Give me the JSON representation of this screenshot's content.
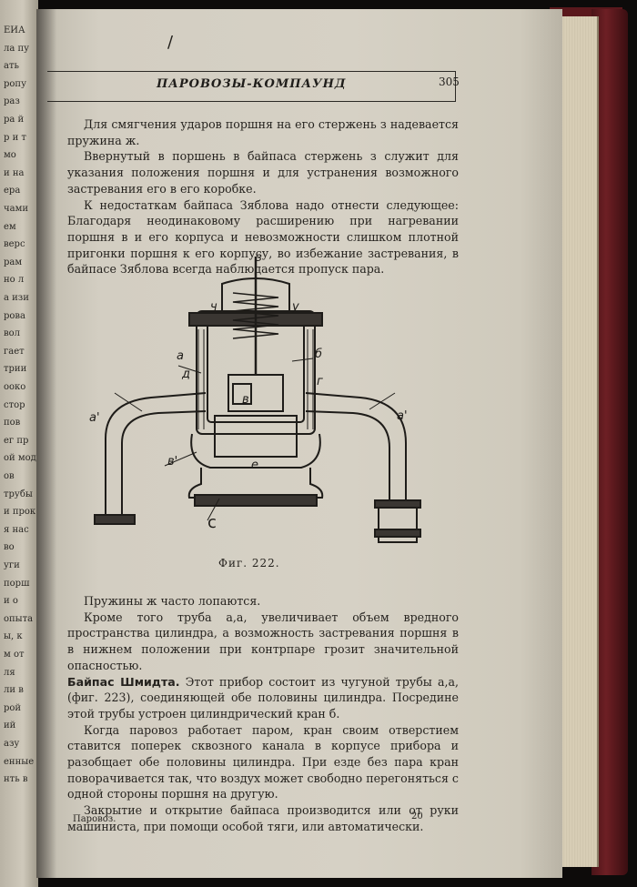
{
  "left_page": {
    "fragments": [
      "ЕИА",
      "ла пу",
      "ать",
      "ропу",
      "раз",
      "ра й",
      "р и т",
      "мо",
      "и на",
      "ера",
      "чами",
      "ем",
      "верс",
      "рам",
      "но л",
      "а изи",
      "рова",
      "вол",
      "гает",
      "трии",
      "ооко",
      "стор",
      "пов",
      "ег пр",
      "ой мод",
      "ов",
      "трубы",
      "и прок",
      "я нас",
      "во",
      "уги",
      "порш",
      "и о",
      "опыта",
      "ы, к",
      "м от",
      "ля",
      "ли в",
      "рой",
      "ий",
      "азу",
      "енные",
      "нть в"
    ]
  },
  "pen_mark": "/",
  "header": {
    "title": "ПАРОВОЗЫ-КОМПАУНД",
    "page_number": "305"
  },
  "paragraphs_top": [
    "Для смягчения ударов поршня на его стержень з надевается пружина ж.",
    "Ввернутый в поршень в байпаса стержень з служит для указания положения поршня и для устранения возможного застревания его в его коробке.",
    "К недостаткам байпаса Зяблова надо отнести следующее: Благодаря неодинаковому расширению при нагревании поршня в и его корпуса и невозможности слишком плотной пригонки поршня к его корпусу, во избежание застревания, в байпасе Зяблова всегда наблюдается пропуск пара."
  ],
  "figure": {
    "caption": "Фиг. 222.",
    "labels": [
      "з",
      "ч",
      "у",
      "а",
      "б",
      "г",
      "д",
      "а'",
      "а'",
      "в'",
      "в",
      "с",
      "е"
    ]
  },
  "paragraphs_bottom": {
    "p1": "Пружины ж часто лопаются.",
    "p2": "Кроме того труба а,а, увеличивает объем вредного пространства цилиндра, а возможность застревания поршня в в нижнем положении при контрпаре грозит значительной опасностью.",
    "p3_bold": "Байпас Шмидта.",
    "p3_rest": " Этот прибор состоит из чугуной трубы а,а, (фиг. 223), соединяющей обе половины цилиндра. Посредине этой трубы устроен цилиндрический кран б.",
    "p4": "Когда паровоз работает паром, кран своим отверстием ставится поперек сквозного канала в корпусе прибора и разобщает обе половины цилиндра. При езде без пара кран поворачивается так, что воздух может свободно перегоняться с одной стороны поршня на другую.",
    "p5": "Закрытие и открытие байпаса производится или от руки машиниста, при помощи особой тяги, или автоматически."
  },
  "footer": {
    "left": "Паровоз.",
    "right": "20"
  }
}
